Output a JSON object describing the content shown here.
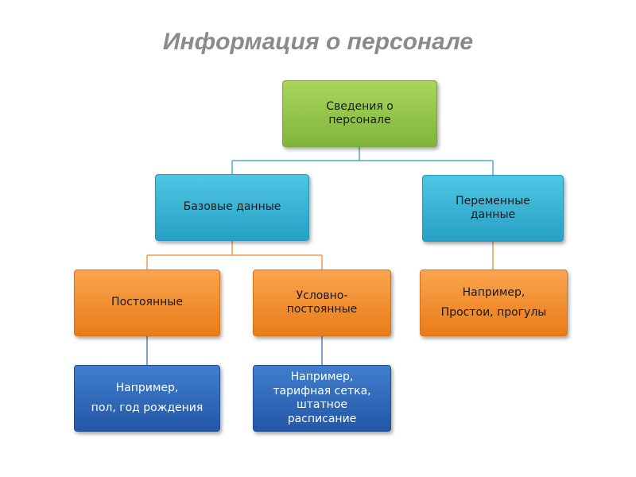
{
  "title": "Информация о персонале",
  "nodes": {
    "root": {
      "lines": [
        "Сведения о",
        "персонале"
      ]
    },
    "base": {
      "lines": [
        "Базовые данные"
      ]
    },
    "var": {
      "lines": [
        "Переменные",
        "данные"
      ]
    },
    "const": {
      "lines": [
        "Постоянные"
      ]
    },
    "semi": {
      "lines": [
        "Условно-",
        "постоянные"
      ]
    },
    "varex": {
      "lines": [
        "Например,",
        "Простои, прогулы"
      ]
    },
    "constex": {
      "lines": [
        "Например,",
        "пол, год рождения"
      ]
    },
    "semiex": {
      "lines": [
        "Например,",
        "тарифная сетка,",
        "штатное",
        "расписание"
      ]
    }
  },
  "colors": {
    "level1": "#94c84a",
    "level2": "#35b3d6",
    "level3": "#f59230",
    "level4": "#2f6bbb",
    "connector_blue": "#4bacc6",
    "connector_orange": "#f79646"
  }
}
